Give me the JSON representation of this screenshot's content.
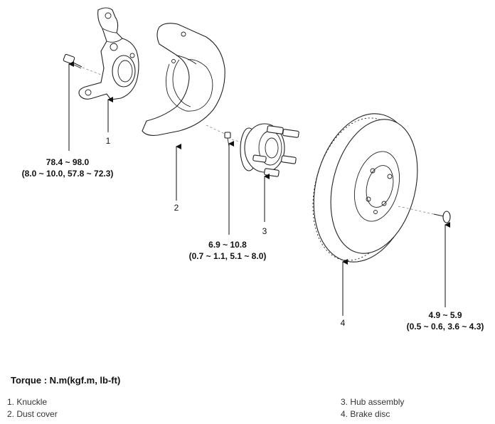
{
  "callouts": {
    "knuckle": {
      "number": "1",
      "torque_nm": "78.4 ~ 98.0",
      "torque_alt": "(8.0 ~ 10.0, 57.8 ~ 72.3)"
    },
    "dust_cover": {
      "number": "2"
    },
    "hub_assembly": {
      "number": "3",
      "torque_nm": "6.9 ~ 10.8",
      "torque_alt": "(0.7 ~ 1.1, 5.1 ~ 8.0)"
    },
    "brake_disc": {
      "number": "4",
      "torque_nm": "4.9 ~ 5.9",
      "torque_alt": "(0.5 ~ 0.6, 3.6 ~ 4.3)"
    }
  },
  "legend": {
    "title": "Torque : N.m(kgf.m, lb-ft)",
    "items": [
      "1. Knuckle",
      "2. Dust cover",
      "3. Hub assembly",
      "4. Brake disc"
    ]
  }
}
